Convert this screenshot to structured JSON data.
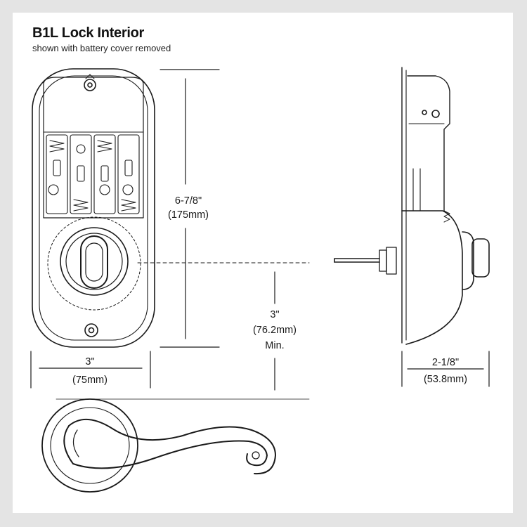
{
  "header": {
    "title": "B1L Lock Interior",
    "subtitle": "shown with battery cover removed"
  },
  "dimensions": {
    "height": {
      "imperial": "6-7/8\"",
      "metric": "(175mm)"
    },
    "width": {
      "imperial": "3\"",
      "metric": "(75mm)"
    },
    "clearance": {
      "imperial": "3\"",
      "metric": "(76.2mm)",
      "note": "Min."
    },
    "depth": {
      "imperial": "2-1/8\"",
      "metric": "(53.8mm)"
    }
  },
  "colors": {
    "background": "#e4e4e4",
    "panel": "#ffffff",
    "line": "#1a1a1a"
  }
}
